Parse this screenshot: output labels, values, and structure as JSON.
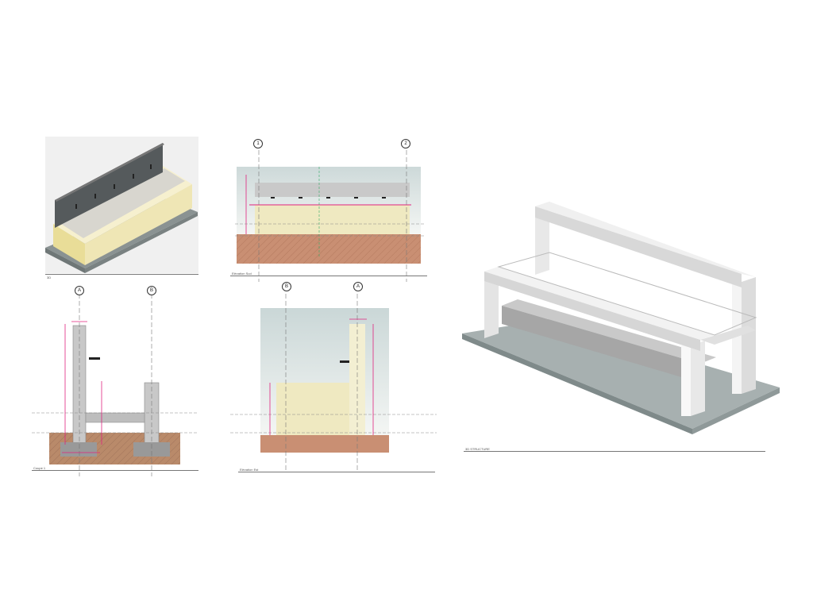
{
  "colors": {
    "concrete": "#b8b8b8",
    "concrete_dark": "#8f8f8f",
    "cream": "#f1ecc8",
    "sand": "#ece3a9",
    "soil": "#c98f73",
    "dimension": "#e0237e",
    "sky_top": "#cfdcdc",
    "sky_bottom": "#f4f6f4",
    "slab": "#7f8a8a"
  },
  "views": {
    "iso_small": {
      "caption": "3D"
    },
    "elevation_sud": {
      "caption": "Elévation Sud",
      "grid_left": "1",
      "grid_right": "2"
    },
    "coupe": {
      "caption": "Coupe 1",
      "grid_left": "A",
      "grid_right": "B"
    },
    "elevation_est": {
      "caption": "Elévation Est",
      "grid_left": "B",
      "grid_right": "A"
    },
    "iso_structure": {
      "caption": "3D STRUCTURE"
    }
  }
}
